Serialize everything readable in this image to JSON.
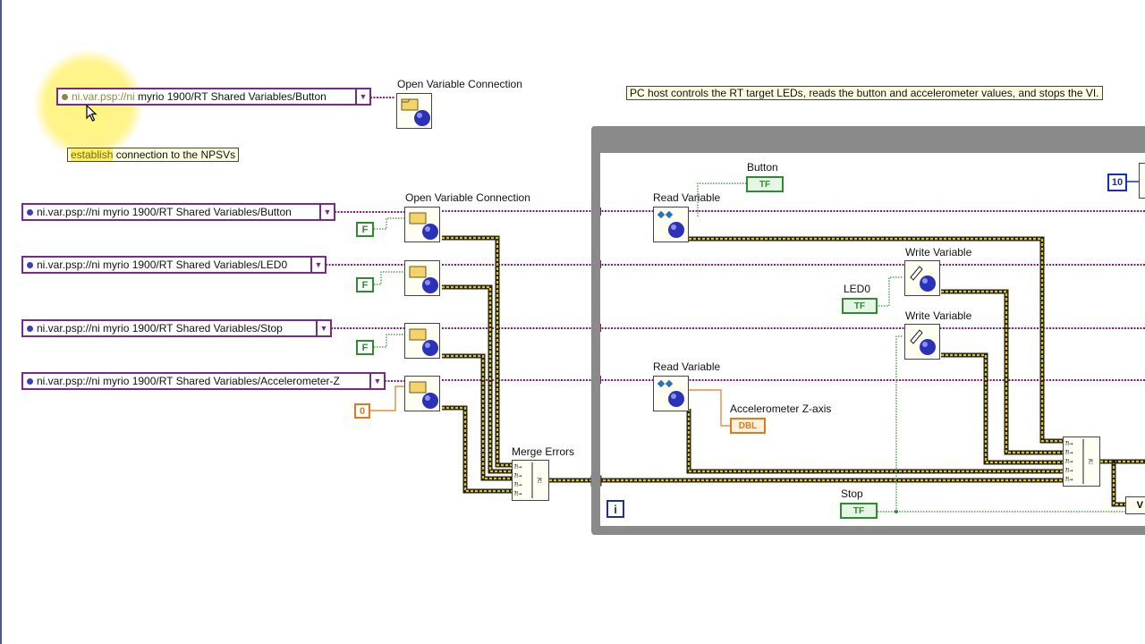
{
  "diagram": {
    "comment_box": "PC host controls the RT target LEDs, reads the button and accelerometer values, and stops the VI.",
    "note": {
      "highlighted": "establish",
      "rest": " connection to the NPSVs"
    },
    "top_path": {
      "hl_part": "ni.var.psp://ni",
      "rest": " myrio 1900/RT Shared Variables/Button"
    },
    "paths": [
      "ni.var.psp://ni myrio 1900/RT Shared Variables/Button",
      "ni.var.psp://ni myrio 1900/RT Shared Variables/LED0",
      "ni.var.psp://ni myrio 1900/RT Shared Variables/Stop",
      "ni.var.psp://ni myrio 1900/RT Shared Variables/Accelerometer-Z"
    ],
    "labels": {
      "open_top": "Open Variable Connection",
      "open_group": "Open Variable Connection",
      "merge": "Merge Errors",
      "read1": "Read Variable",
      "read2": "Read Variable",
      "write1": "Write Variable",
      "write2": "Write Variable",
      "button_ind": "Button",
      "led0": "LED0",
      "accel_ind": "Accelerometer Z-axis",
      "stop": "Stop"
    },
    "constants": {
      "f1": "F",
      "f2": "F",
      "f3": "F",
      "zero": "0",
      "ten": "10",
      "iter": "i",
      "v": "V"
    },
    "terminals": {
      "tf": "TF",
      "dbl": "DBL"
    },
    "colors": {
      "refnum_wire": "#8a1a7a",
      "error_wire": "#c8b400",
      "bool_wire": "#2e8b2e",
      "num_wire": "#e07b1c",
      "loop": "#8a8a8a"
    }
  }
}
